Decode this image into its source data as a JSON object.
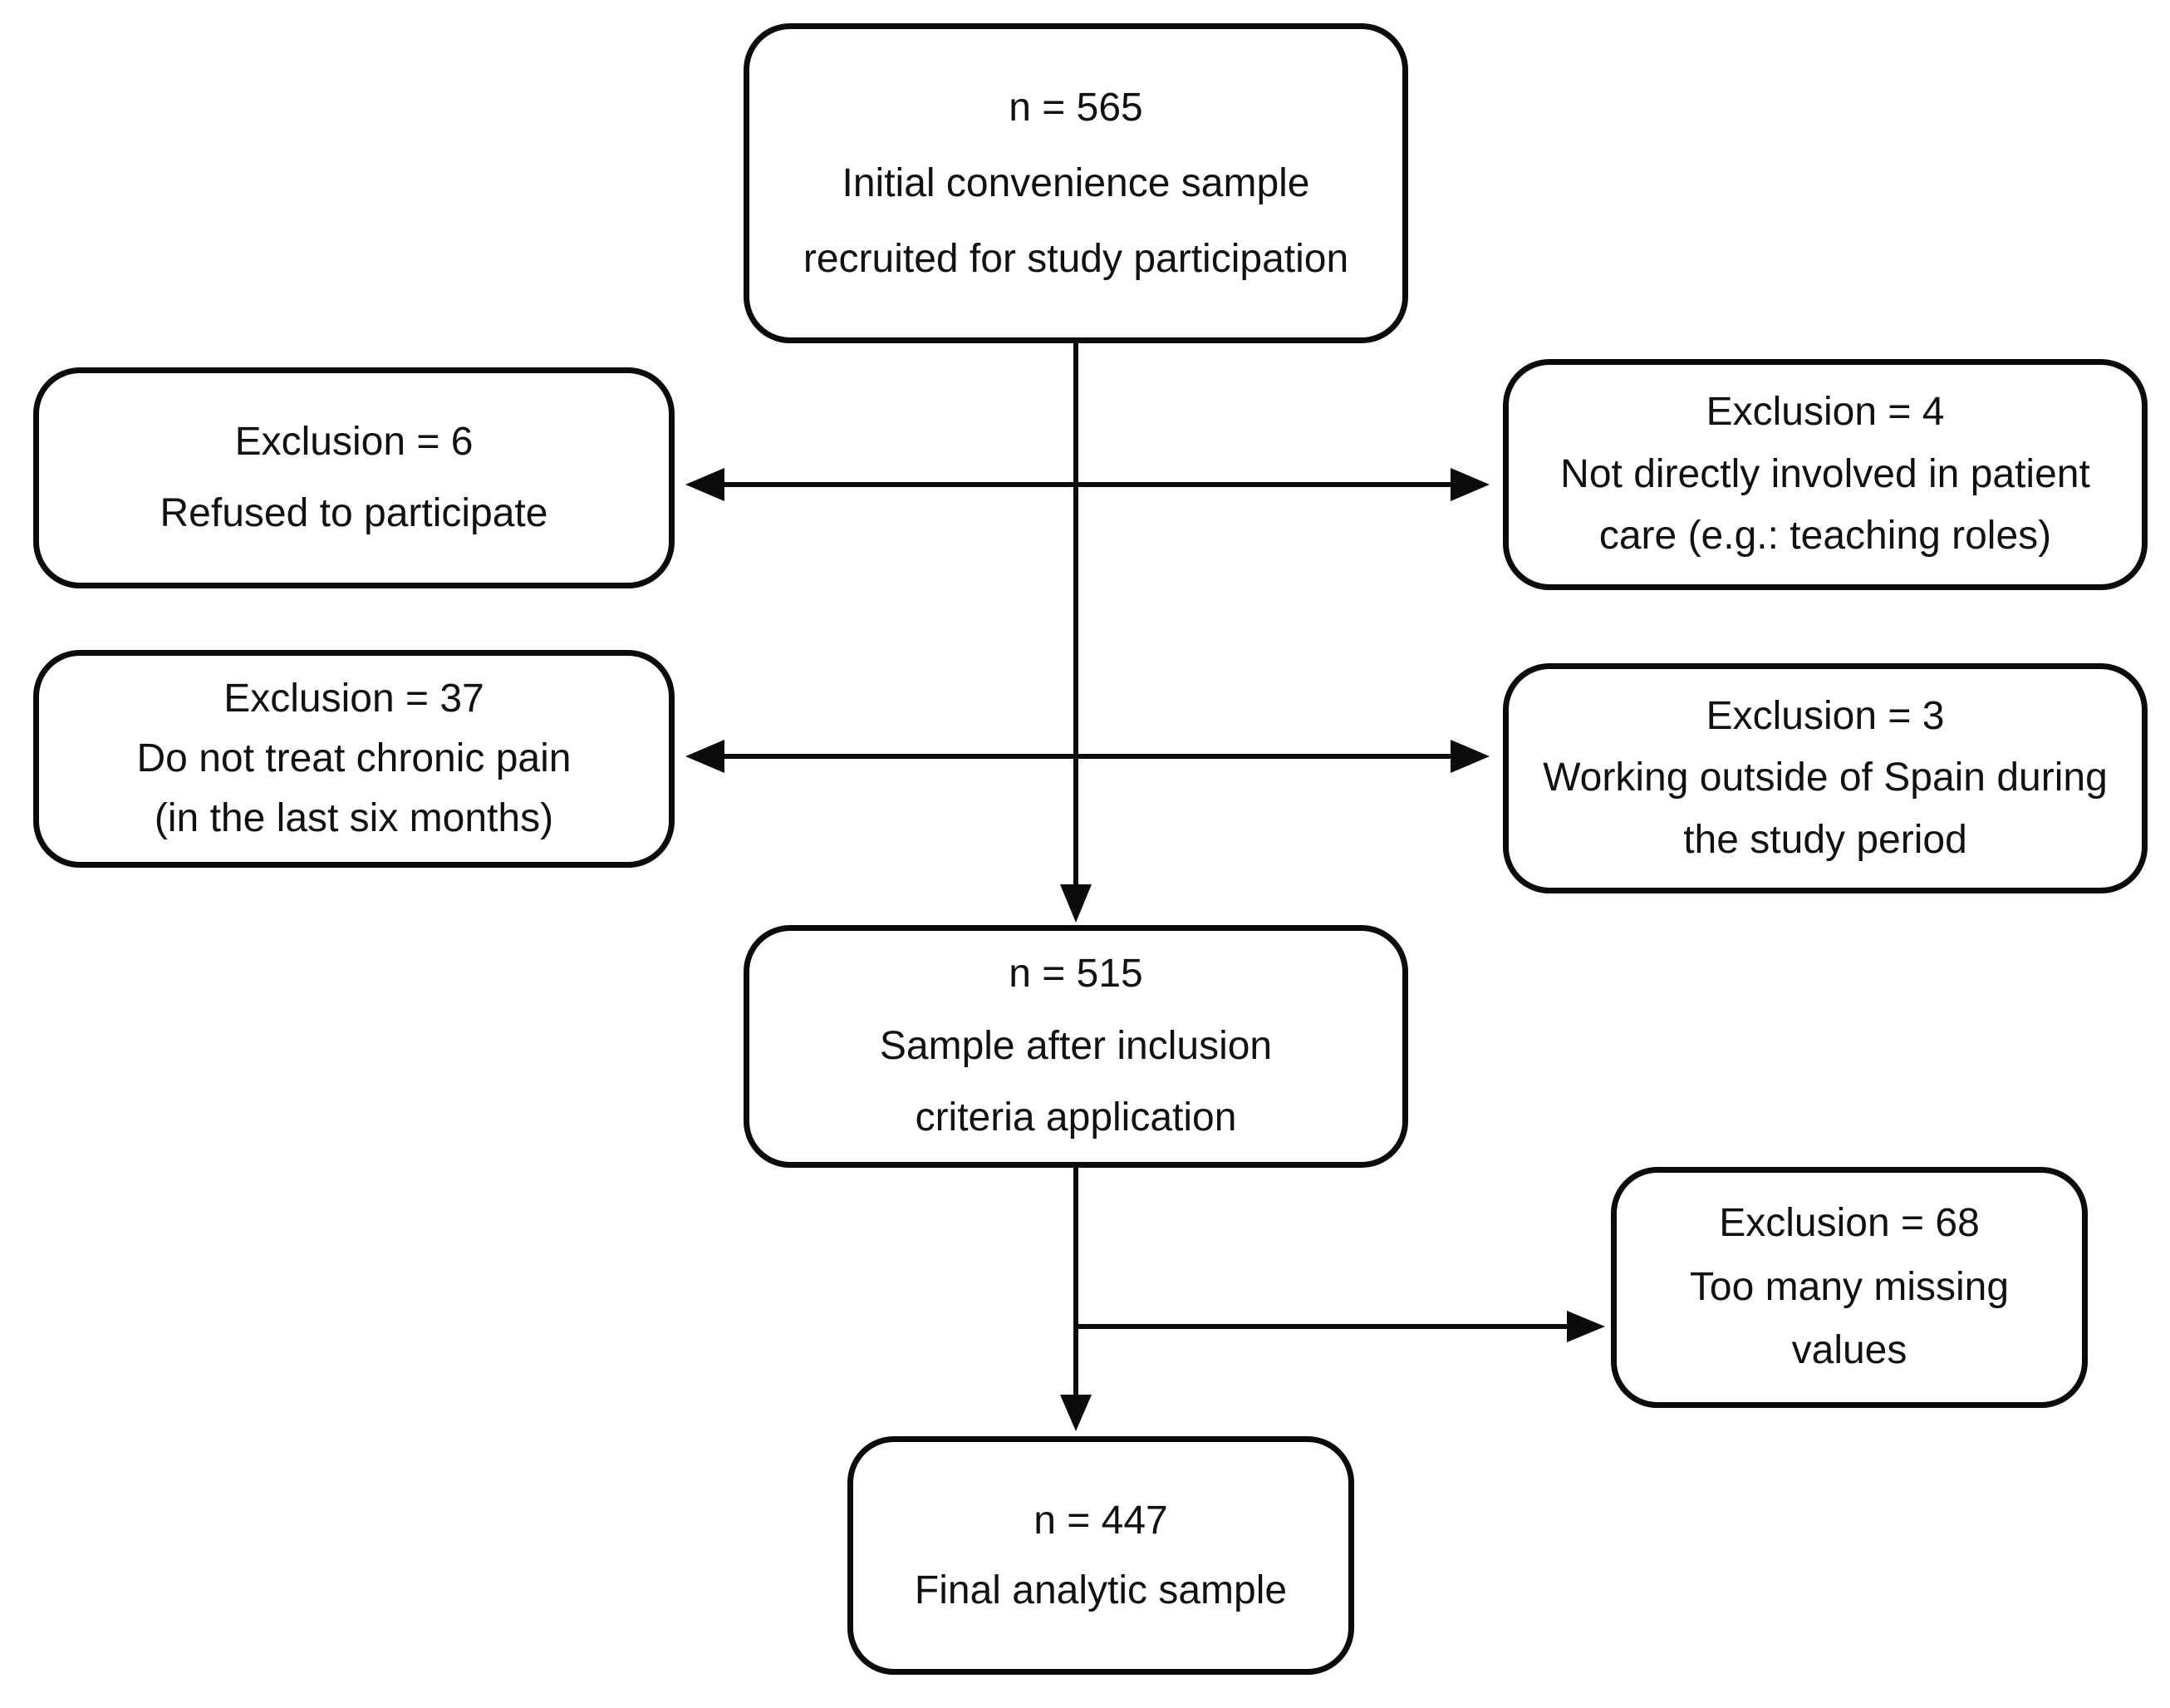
{
  "colors": {
    "background": "#ffffff",
    "line": "#0b0b0b",
    "text": "#111111"
  },
  "nodes": {
    "initial": {
      "lines": [
        "n = 565",
        "Initial convenience sample",
        "recruited for study participation"
      ]
    },
    "exclusion_refused": {
      "lines": [
        "Exclusion = 6",
        "Refused to participate"
      ]
    },
    "exclusion_not_patient_care": {
      "lines": [
        "Exclusion = 4",
        "Not directly involved in patient",
        "care (e.g.: teaching roles)"
      ]
    },
    "exclusion_chronic_pain": {
      "lines": [
        "Exclusion = 37",
        "Do not treat chronic pain",
        "(in the last six months)"
      ]
    },
    "exclusion_outside_spain": {
      "lines": [
        "Exclusion = 3",
        "Working outside of Spain during",
        "the study period"
      ]
    },
    "after_inclusion": {
      "lines": [
        "n = 515",
        "Sample after inclusion",
        "criteria application"
      ]
    },
    "exclusion_missing": {
      "lines": [
        "Exclusion = 68",
        "Too many missing",
        "values"
      ]
    },
    "final": {
      "lines": [
        "n = 447",
        "Final analytic sample"
      ]
    }
  },
  "edges": [
    {
      "from": "initial",
      "to": "after_inclusion",
      "style": "vertical-arrow"
    },
    {
      "from": "flow-line",
      "to": "exclusion_refused",
      "style": "horizontal-arrow-left"
    },
    {
      "from": "flow-line",
      "to": "exclusion_not_patient_care",
      "style": "horizontal-arrow-right"
    },
    {
      "from": "flow-line",
      "to": "exclusion_chronic_pain",
      "style": "horizontal-arrow-left"
    },
    {
      "from": "flow-line",
      "to": "exclusion_outside_spain",
      "style": "horizontal-arrow-right"
    },
    {
      "from": "after_inclusion",
      "to": "final",
      "style": "vertical-arrow"
    },
    {
      "from": "flow-line",
      "to": "exclusion_missing",
      "style": "horizontal-arrow-right"
    }
  ]
}
